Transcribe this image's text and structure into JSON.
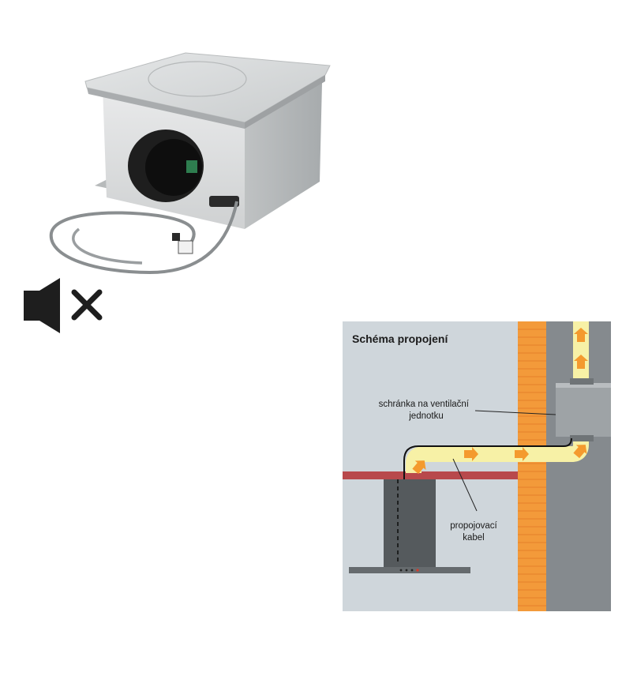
{
  "schema": {
    "title": "Schéma propojení",
    "label_box_line1": "schránka na ventilační",
    "label_box_line2": "jednotku",
    "label_cable_line1": "propojovací",
    "label_cable_line2": "kabel"
  },
  "icons": {
    "mute": "speaker-muted-icon"
  },
  "colors": {
    "brick": "#f39a3a",
    "duct": "#f7f1a6",
    "arrow": "#f49a2e",
    "cabinet": "#555a5d",
    "shelf": "#b8494c"
  }
}
